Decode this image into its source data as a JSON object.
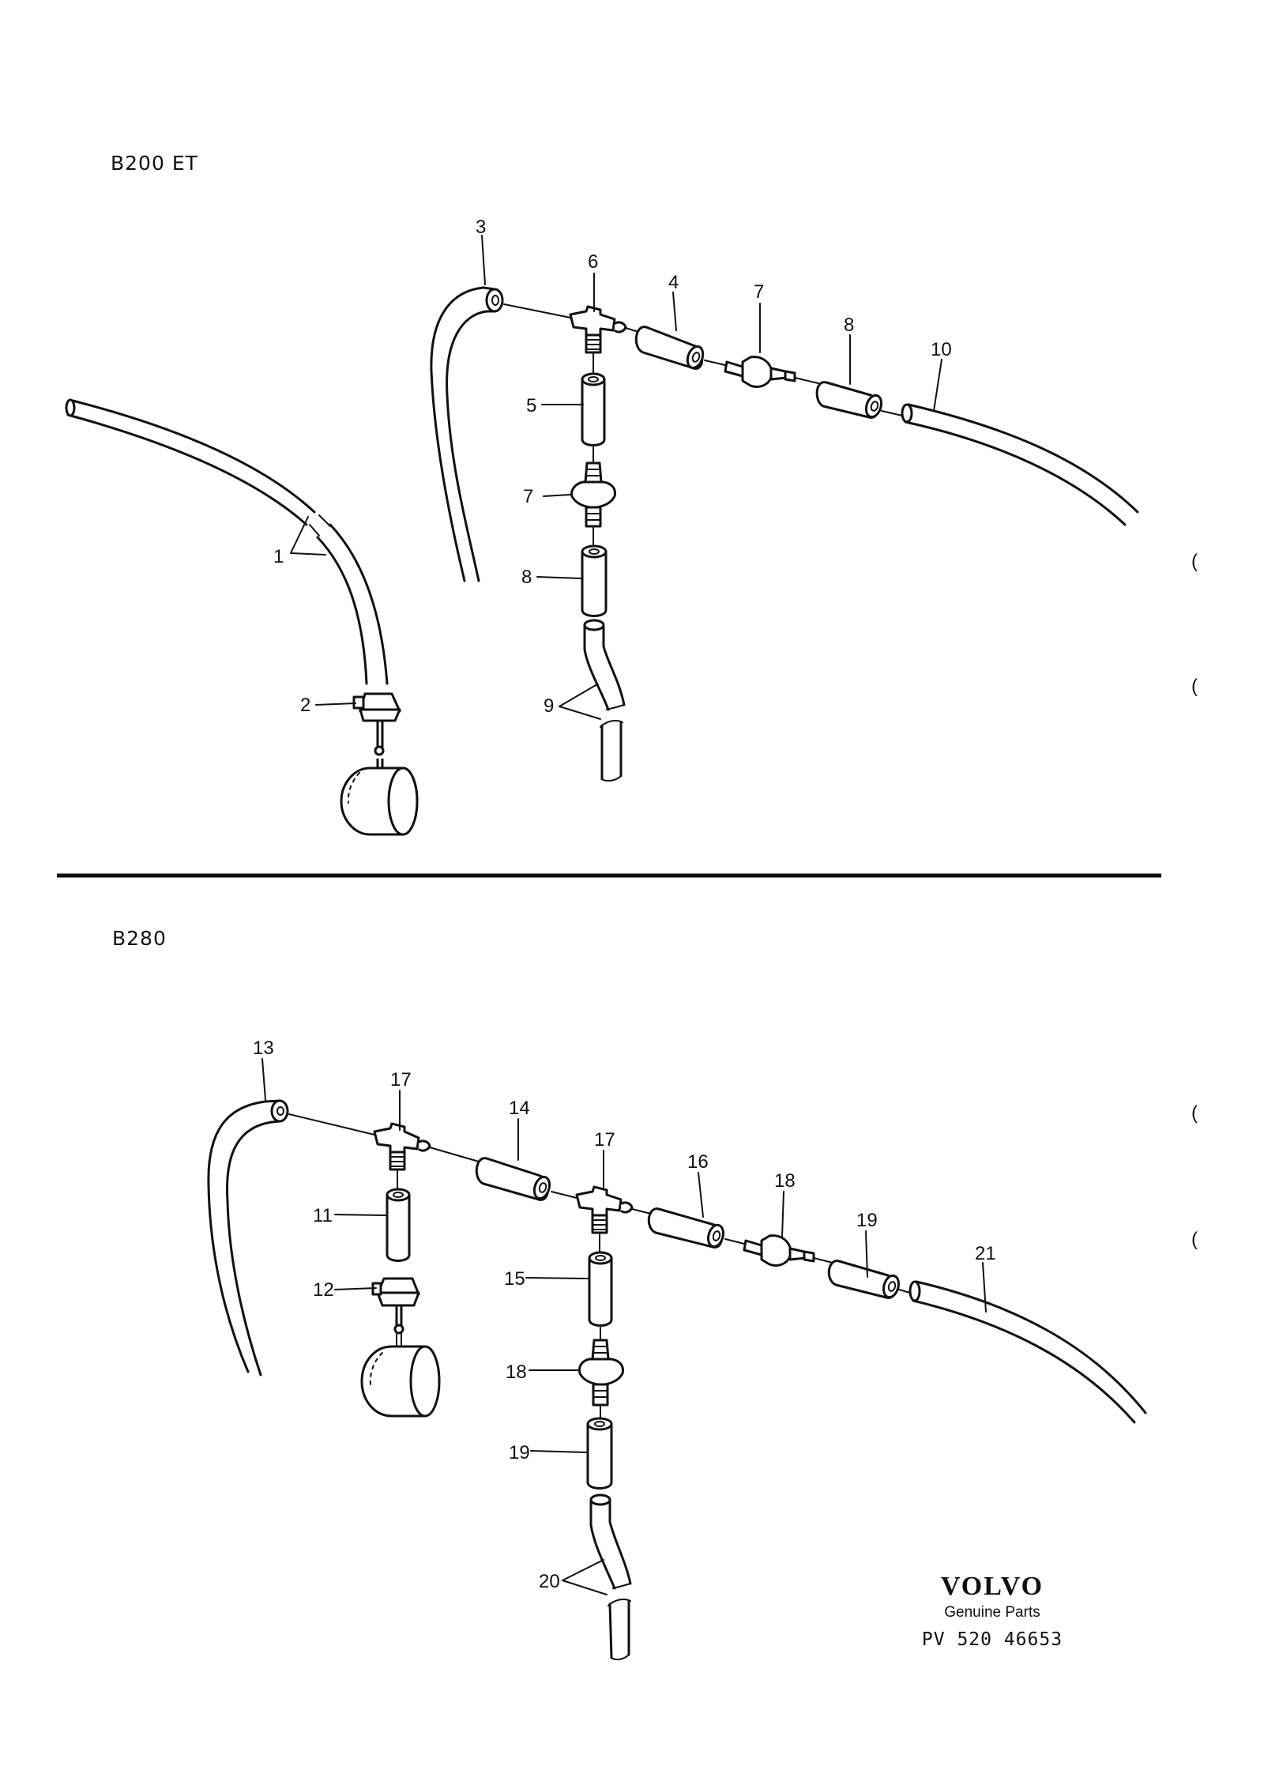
{
  "sections": {
    "top_title": "B200 ET",
    "bottom_title": "B280"
  },
  "top_labels": {
    "l1": "1",
    "l2": "2",
    "l3": "3",
    "l4": "4",
    "l5": "5",
    "l6": "6",
    "l7a": "7",
    "l7b": "7",
    "l8a": "8",
    "l8b": "8",
    "l9": "9",
    "l10": "10"
  },
  "bottom_labels": {
    "l11": "11",
    "l12": "12",
    "l13": "13",
    "l14": "14",
    "l15": "15",
    "l16": "16",
    "l17a": "17",
    "l17b": "17",
    "l18a": "18",
    "l18b": "18",
    "l19a": "19",
    "l19b": "19",
    "l20": "20",
    "l21": "21"
  },
  "brand": {
    "name": "VOLVO",
    "tagline": "Genuine Parts",
    "code": "PV 520 46653"
  },
  "margin_marks": [
    "(",
    "(",
    "(",
    "("
  ]
}
